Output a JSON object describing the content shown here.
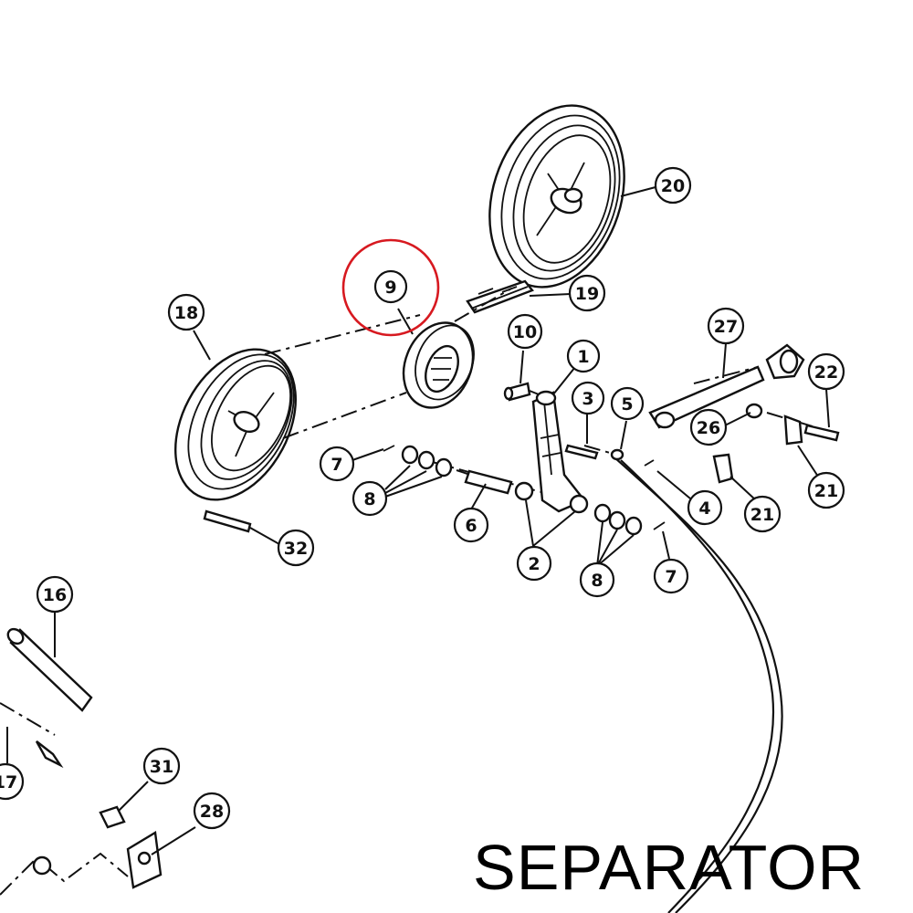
{
  "title": "SEPARATOR",
  "highlight_color": "#d71920",
  "highlighted_callout": "9",
  "callouts": [
    {
      "id": "c20",
      "label": "20"
    },
    {
      "id": "c9",
      "label": "9"
    },
    {
      "id": "c19",
      "label": "19"
    },
    {
      "id": "c18",
      "label": "18"
    },
    {
      "id": "c10",
      "label": "10"
    },
    {
      "id": "c1",
      "label": "1"
    },
    {
      "id": "c27",
      "label": "27"
    },
    {
      "id": "c3",
      "label": "3"
    },
    {
      "id": "c5",
      "label": "5"
    },
    {
      "id": "c22",
      "label": "22"
    },
    {
      "id": "c26",
      "label": "26"
    },
    {
      "id": "c7a",
      "label": "7"
    },
    {
      "id": "c8a",
      "label": "8"
    },
    {
      "id": "c6",
      "label": "6"
    },
    {
      "id": "c4",
      "label": "4"
    },
    {
      "id": "c21a",
      "label": "21"
    },
    {
      "id": "c21b",
      "label": "21"
    },
    {
      "id": "c2",
      "label": "2"
    },
    {
      "id": "c8b",
      "label": "8"
    },
    {
      "id": "c7b",
      "label": "7"
    },
    {
      "id": "c32",
      "label": "32"
    },
    {
      "id": "c16",
      "label": "16"
    },
    {
      "id": "c17",
      "label": "17"
    },
    {
      "id": "c31",
      "label": "31"
    },
    {
      "id": "c28",
      "label": "28"
    }
  ]
}
